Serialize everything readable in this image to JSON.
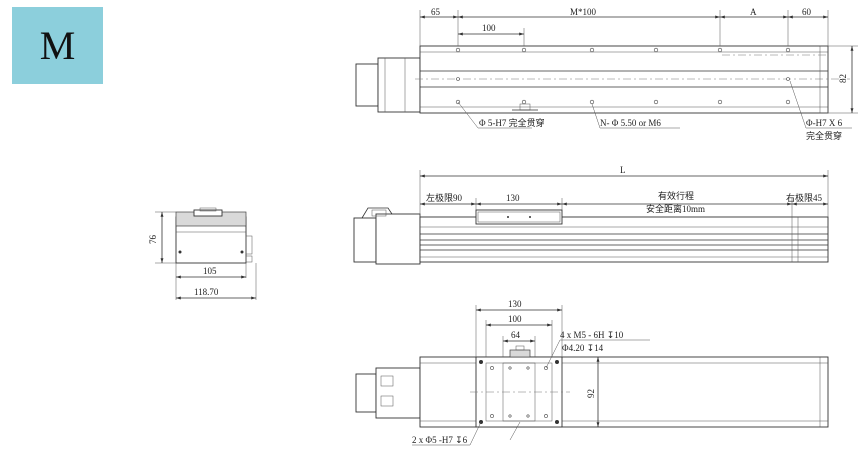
{
  "badge": {
    "label": "M",
    "color": "#8ccfdc"
  },
  "top_view": {
    "dim_65": "65",
    "dim_m100": "M*100",
    "dim_a": "A",
    "dim_60": "60",
    "dim_100": "100",
    "dim_82": "82",
    "note_hole_h7": "Φ 5-H7 完全贯穿",
    "note_n_holes": "N- Φ 5.50 or M6",
    "note_right_h7": "Φ-H7 X 6",
    "note_right_through": "完全贯穿"
  },
  "side_view": {
    "dim_l": "L",
    "left_limit": "左极限90",
    "dim_130": "130",
    "stroke_label": "有效行程",
    "safety_distance": "安全距离10mm",
    "right_limit": "右极限45"
  },
  "end_view": {
    "dim_76": "76",
    "dim_105": "105",
    "dim_118_70": "118.70"
  },
  "bottom_view": {
    "dim_130": "130",
    "dim_100": "100",
    "dim_64": "64",
    "dim_92": "92",
    "note_m5": "4 x  M5 - 6H  ↧10",
    "note_phi420": "Φ4.20  ↧14",
    "note_phi5": "2 x  Φ5 -H7 ↧6"
  }
}
